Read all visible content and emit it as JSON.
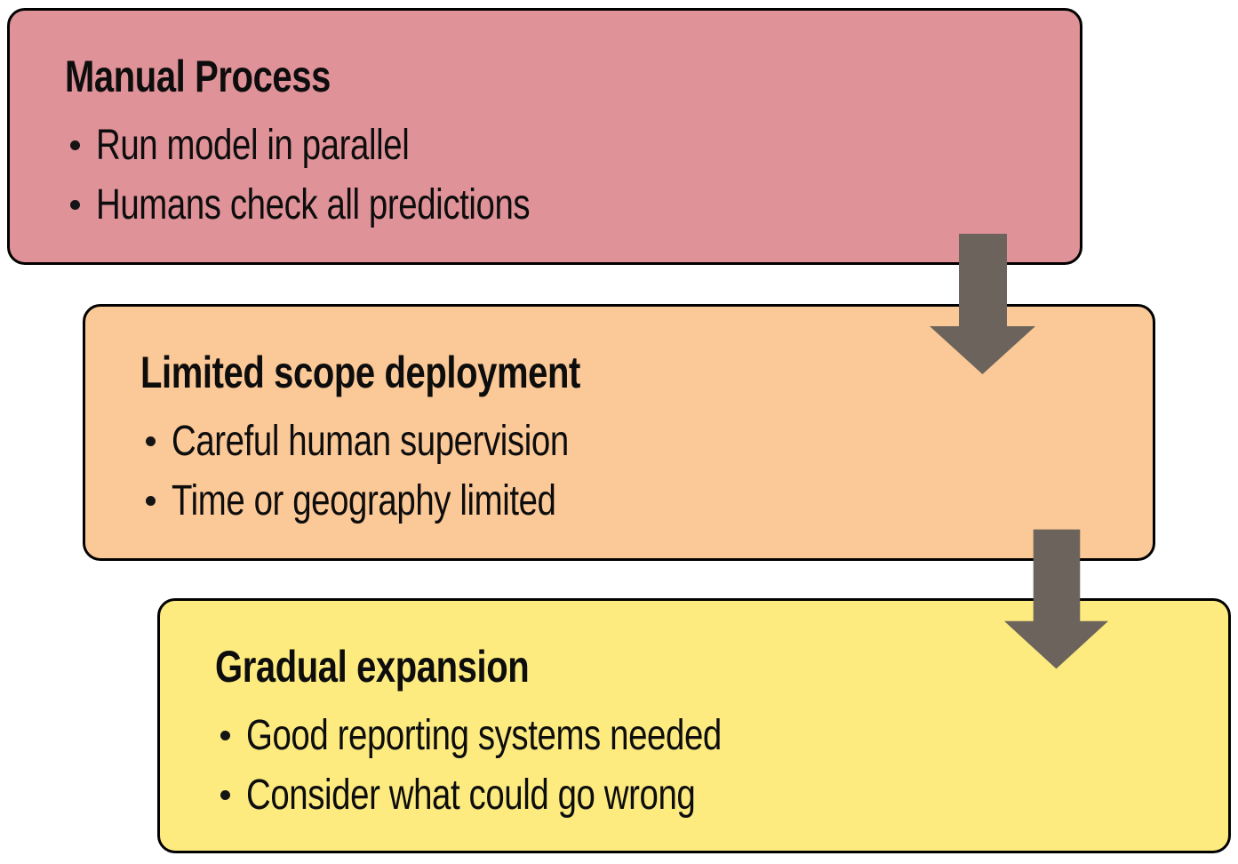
{
  "page": {
    "background_color": "#ffffff",
    "description": "Three-stage ML deployment flow diagram with downward arrows"
  },
  "diagram": {
    "arrow_color": "#6c645c",
    "text_color": "#0d0d0d",
    "border_color": "#000000",
    "boxes": [
      {
        "title": "Manual Process",
        "bullets": [
          "Run model in parallel",
          "Humans check all predictions"
        ],
        "fill": "#df9298"
      },
      {
        "title": "Limited scope deployment",
        "bullets": [
          "Careful human supervision",
          "Time or geography limited"
        ],
        "fill": "#fbc897"
      },
      {
        "title": "Gradual expansion",
        "bullets": [
          "Good reporting systems needed",
          "Consider what could go wrong"
        ],
        "fill": "#fdeb80"
      }
    ]
  }
}
